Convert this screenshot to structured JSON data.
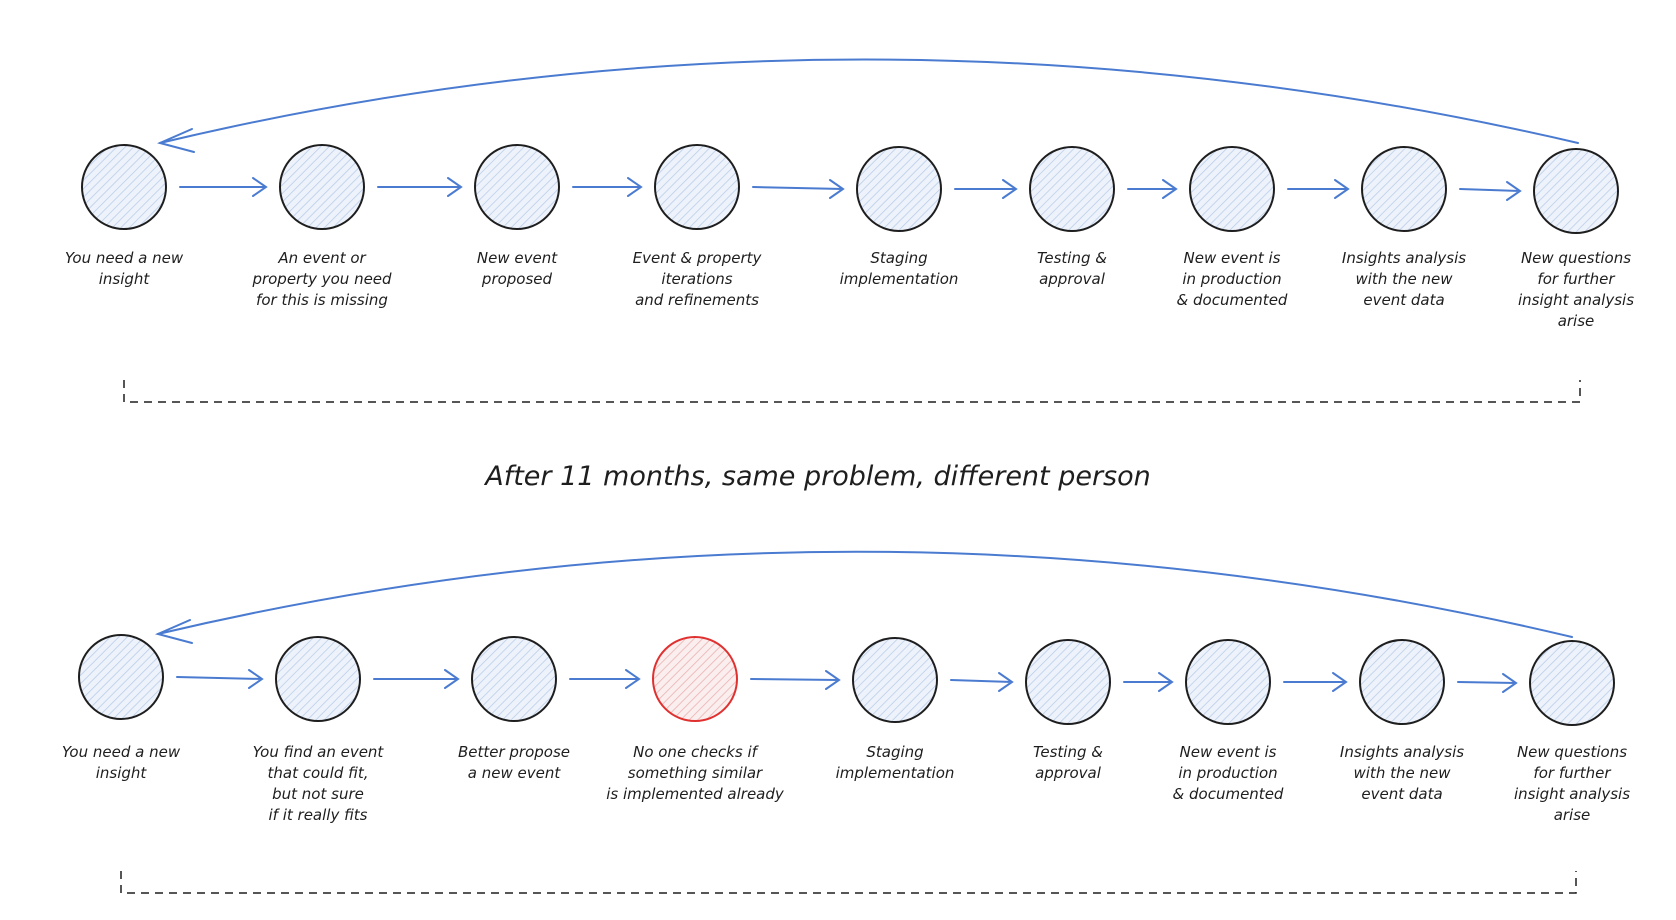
{
  "title": "After 11 months, same problem, different person",
  "colors": {
    "arrow": "#4a7bd0",
    "node_stroke": "#1e1e1e",
    "node_fill": "#dbe7f7",
    "highlight_stroke": "#e03131",
    "highlight_fill": "#f7d4d4"
  },
  "rows": [
    {
      "nodes": [
        {
          "label": [
            "You need a new",
            "insight"
          ]
        },
        {
          "label": [
            "An event or",
            "property you need",
            "for this is missing"
          ]
        },
        {
          "label": [
            "New event",
            "proposed"
          ]
        },
        {
          "label": [
            "Event & property",
            "iterations",
            "and refinements"
          ]
        },
        {
          "label": [
            "Staging",
            "implementation"
          ]
        },
        {
          "label": [
            "Testing &",
            "approval"
          ]
        },
        {
          "label": [
            "New event is",
            "in production",
            "& documented"
          ]
        },
        {
          "label": [
            "Insights analysis",
            "with the new",
            "event data"
          ]
        },
        {
          "label": [
            "New questions",
            "for further",
            "insight analysis",
            "arise"
          ]
        }
      ]
    },
    {
      "nodes": [
        {
          "label": [
            "You need a new",
            "insight"
          ]
        },
        {
          "label": [
            "You find an event",
            "that could fit,",
            "but not sure",
            "if it really fits"
          ]
        },
        {
          "label": [
            "Better propose",
            "a new event"
          ]
        },
        {
          "label": [
            "No one checks if",
            "something similar",
            "is implemented already"
          ],
          "highlight": true
        },
        {
          "label": [
            "Staging",
            "implementation"
          ]
        },
        {
          "label": [
            "Testing &",
            "approval"
          ]
        },
        {
          "label": [
            "New event is",
            "in production",
            "& documented"
          ]
        },
        {
          "label": [
            "Insights analysis",
            "with the new",
            "event data"
          ]
        },
        {
          "label": [
            "New questions",
            "for further",
            "insight analysis",
            "arise"
          ]
        }
      ]
    }
  ]
}
